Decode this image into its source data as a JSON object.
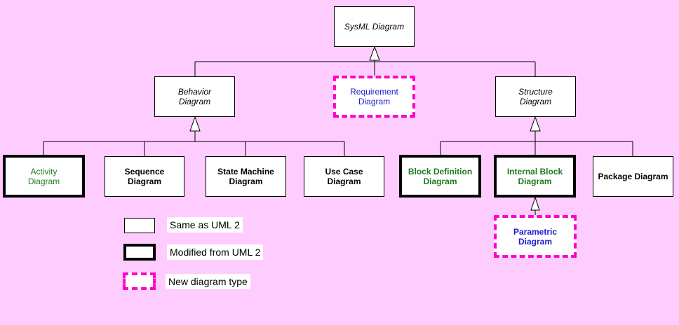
{
  "colors": {
    "background": "#ffccff",
    "new_border": "#ff00cc",
    "green_text": "#1f7a1f",
    "blue_text": "#1a1acc"
  },
  "nodes": {
    "sysml": "SysML Diagram",
    "behavior": "Behavior\nDiagram",
    "requirement": "Requirement\nDiagram",
    "structure": "Structure\nDiagram",
    "activity": "Activity\nDiagram",
    "sequence": "Sequence\nDiagram",
    "state_machine": "State Machine\nDiagram",
    "use_case": "Use Case\nDiagram",
    "block_definition": "Block Definition\nDiagram",
    "internal_block": "Internal Block\nDiagram",
    "package": "Package Diagram",
    "parametric": "Parametric\nDiagram"
  },
  "legend": {
    "same": "Same as UML 2",
    "modified": "Modified from UML 2",
    "new": "New diagram type"
  }
}
